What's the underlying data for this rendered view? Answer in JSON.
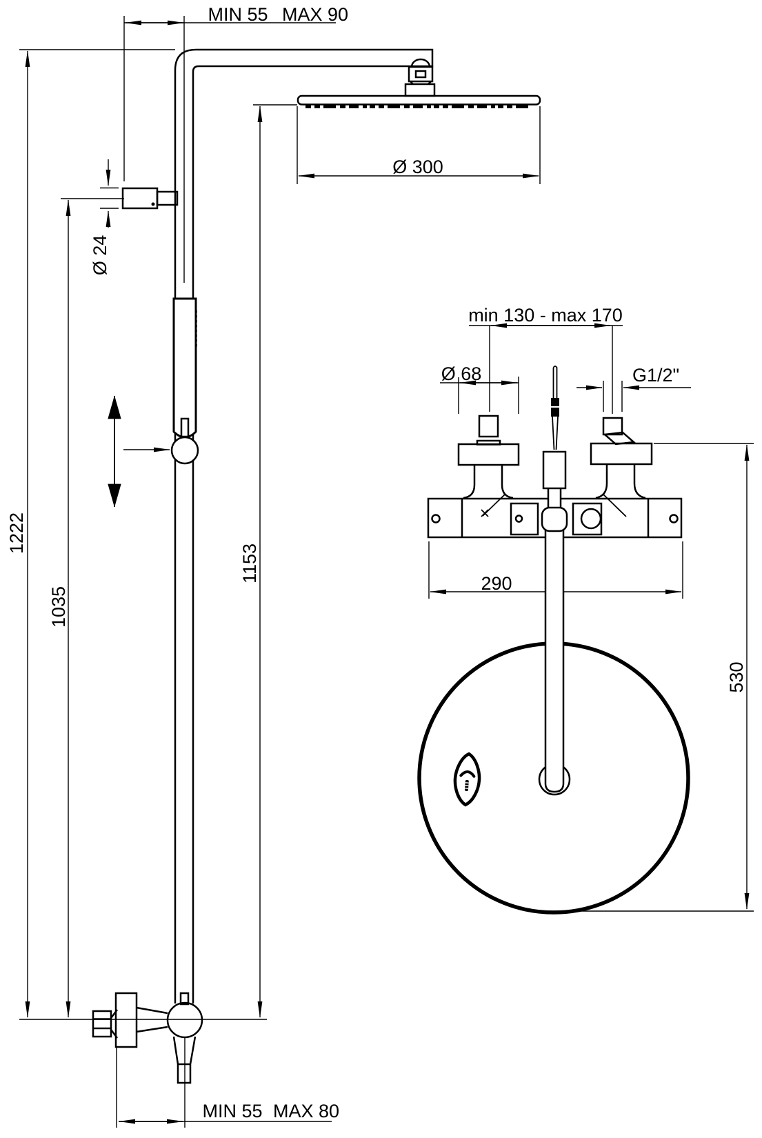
{
  "drawing": {
    "type": "shower-column-technical-drawing",
    "colors": {
      "line": "#000000",
      "background": "#ffffff"
    },
    "labels": {
      "top_offset_min": "MIN 55",
      "top_offset_max": "MAX 90",
      "head_diameter": "Ø 300",
      "bracket_diameter": "Ø 24",
      "total_height": "1222",
      "bracket_height": "1035",
      "head_height": "1153",
      "valve_spacing": "min 130 - max 170",
      "rosette_diameter": "Ø 68",
      "thread_size": "G1/2\"",
      "body_width": "290",
      "outlet_drop": "530",
      "bottom_offset_min": "MIN 55",
      "bottom_offset_max": "MAX 80"
    },
    "icons": {
      "slider_movement": "up-down-arrow-icon",
      "slider_pointer": "arrow-right-icon",
      "brand_badge": "shower-brand-badge-icon"
    }
  }
}
